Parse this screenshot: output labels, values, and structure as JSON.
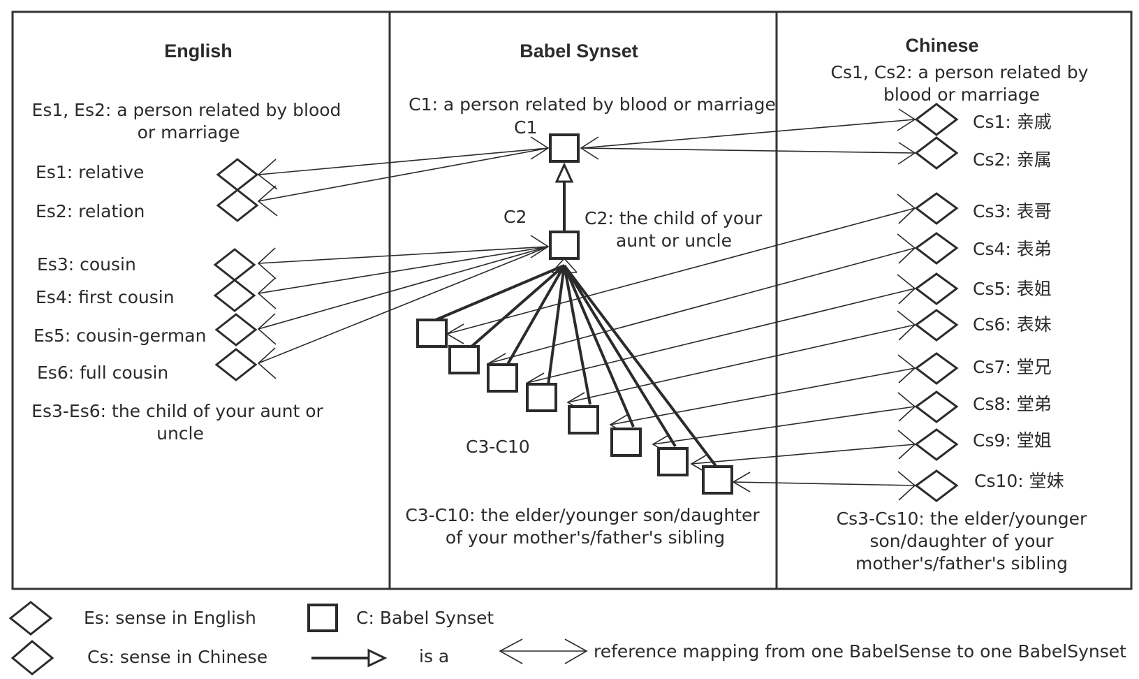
{
  "columns": {
    "english": "English",
    "babel": "Babel Synset",
    "chinese": "Chinese"
  },
  "english": {
    "desc_es1_es2": [
      "Es1, Es2: a person related by blood",
      "or marriage"
    ],
    "senses": [
      "Es1: relative",
      "Es2: relation",
      "Es3: cousin",
      "Es4: first cousin",
      "Es5: cousin-german",
      "Es6: full cousin"
    ],
    "desc_es3_es6": [
      "Es3-Es6: the child of your aunt or",
      "uncle"
    ]
  },
  "babel": {
    "c1_desc": "C1: a person related by blood or marriage",
    "c1_label": "C1",
    "c2_label": "C2",
    "c2_desc": [
      "C2: the child of your",
      "aunt or uncle"
    ],
    "group_label": "C3-C10",
    "group_desc": [
      "C3-C10: the elder/younger son/daughter",
      "of your mother's/father's sibling"
    ]
  },
  "chinese": {
    "desc_cs1_cs2": [
      "Cs1, Cs2: a person related by",
      "blood or marriage"
    ],
    "senses": [
      "Cs1: 亲戚",
      "Cs2: 亲属",
      "Cs3: 表哥",
      "Cs4: 表弟",
      "Cs5: 表姐",
      "Cs6: 表妹",
      "Cs7: 堂兄",
      "Cs8: 堂弟",
      "Cs9: 堂姐",
      "Cs10: 堂妹"
    ],
    "desc_cs3_cs10": [
      "Cs3-Cs10: the elder/younger",
      "son/daughter of your",
      "mother's/father's sibling"
    ]
  },
  "legend": {
    "es": "Es: sense in English",
    "cs": "Cs: sense in Chinese",
    "c": "C: Babel Synset",
    "isa": "is a",
    "ref": "reference mapping from one BabelSense to one BabelSynset"
  }
}
